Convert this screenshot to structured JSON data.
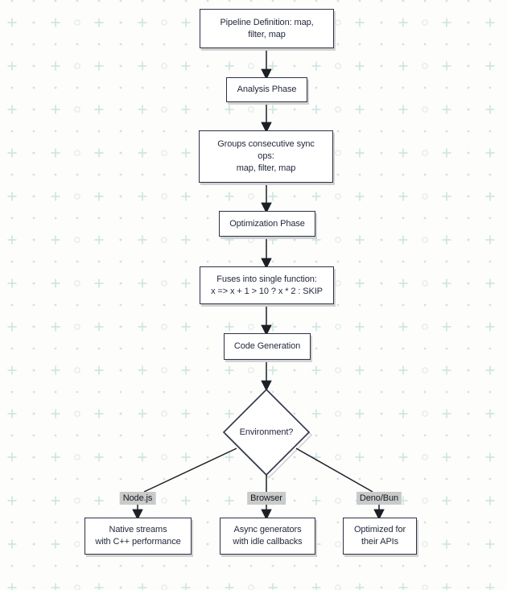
{
  "title": "Pipeline optimization flowchart",
  "colors": {
    "background": "#fdfdfc",
    "node_border": "#2c3245",
    "node_fill": "#ffffff",
    "node_text": "#242a3c",
    "edge": "#1c1f26",
    "edge_label_bg": "#c9cbca",
    "edge_label_text": "#15181e",
    "shadow": "#d2d2d2",
    "pattern_plus": "#cfe6e2",
    "pattern_dot": "#dadfda",
    "pattern_ring": "#dcebe7"
  },
  "nodes": {
    "pipeline": {
      "label": "Pipeline Definition: map,\nfilter, map"
    },
    "analysis": {
      "label": "Analysis Phase"
    },
    "groups": {
      "label": "Groups consecutive sync\nops:\nmap, filter, map"
    },
    "optimization": {
      "label": "Optimization Phase"
    },
    "fuses": {
      "label": "Fuses into single function:\nx => x + 1 > 10 ? x * 2 : SKIP"
    },
    "codegen": {
      "label": "Code Generation"
    },
    "environment": {
      "label": "Environment?"
    },
    "nodejs_result": {
      "label": "Native streams\nwith C++ performance"
    },
    "browser_result": {
      "label": "Async generators\nwith idle callbacks"
    },
    "deno_result": {
      "label": "Optimized for\ntheir APIs"
    }
  },
  "edges": [
    {
      "from": "pipeline",
      "to": "analysis"
    },
    {
      "from": "analysis",
      "to": "groups"
    },
    {
      "from": "groups",
      "to": "optimization"
    },
    {
      "from": "optimization",
      "to": "fuses"
    },
    {
      "from": "fuses",
      "to": "codegen"
    },
    {
      "from": "codegen",
      "to": "environment"
    },
    {
      "from": "environment",
      "to": "nodejs_result",
      "label": "Node.js"
    },
    {
      "from": "environment",
      "to": "browser_result",
      "label": "Browser"
    },
    {
      "from": "environment",
      "to": "deno_result",
      "label": "Deno/Bun"
    }
  ]
}
